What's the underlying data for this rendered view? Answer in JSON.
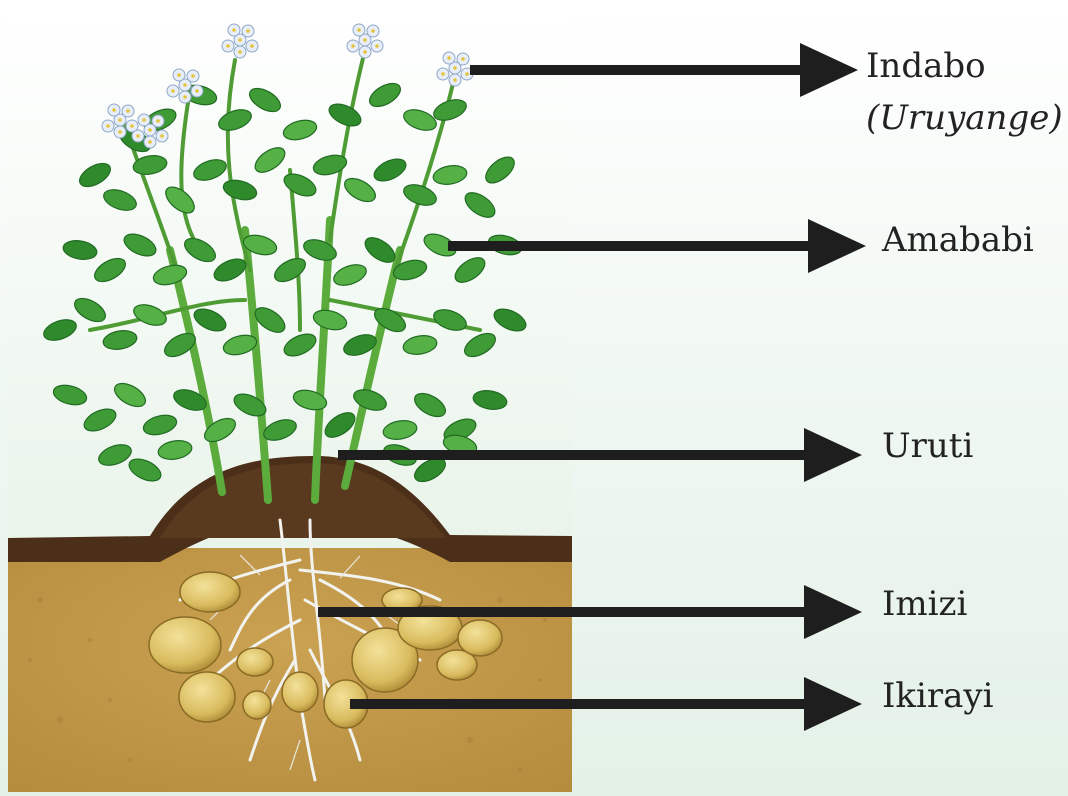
{
  "diagram": {
    "labels": {
      "flower": "Indabo",
      "flower_alt": "(Uruyange)",
      "leaves": "Amababi",
      "stem": "Uruti",
      "roots": "Imizi",
      "tuber": "Ikirayi"
    }
  },
  "colors": {
    "arrow": "#1e1e1e",
    "leaf": "#3f9b35",
    "leaf_dark": "#226b24",
    "soil": "#c49b47",
    "soil_dark": "#4a2f17",
    "potato": "#dcc066",
    "root": "#f2f2ee",
    "flower": "#e8eef8"
  }
}
